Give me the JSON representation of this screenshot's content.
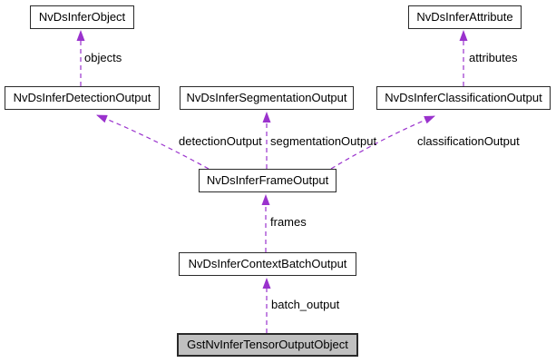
{
  "diagram": {
    "type": "collaboration-graph",
    "nodes": [
      {
        "label": "NvDsInferObject",
        "highlighted": false
      },
      {
        "label": "NvDsInferAttribute",
        "highlighted": false
      },
      {
        "label": "NvDsInferDetectionOutput",
        "highlighted": false
      },
      {
        "label": "NvDsInferSegmentationOutput",
        "highlighted": false
      },
      {
        "label": "NvDsInferClassificationOutput",
        "highlighted": false
      },
      {
        "label": "NvDsInferFrameOutput",
        "highlighted": false
      },
      {
        "label": "NvDsInferContextBatchOutput",
        "highlighted": false
      },
      {
        "label": "GstNvInferTensorOutputObject",
        "highlighted": true
      }
    ],
    "edges": [
      {
        "from": "NvDsInferDetectionOutput",
        "to": "NvDsInferObject",
        "label": "objects",
        "style": "dashed"
      },
      {
        "from": "NvDsInferClassificationOutput",
        "to": "NvDsInferAttribute",
        "label": "attributes",
        "style": "dashed"
      },
      {
        "from": "NvDsInferFrameOutput",
        "to": "NvDsInferDetectionOutput",
        "label": "detectionOutput",
        "style": "dashed"
      },
      {
        "from": "NvDsInferFrameOutput",
        "to": "NvDsInferSegmentationOutput",
        "label": "segmentationOutput",
        "style": "dashed"
      },
      {
        "from": "NvDsInferFrameOutput",
        "to": "NvDsInferClassificationOutput",
        "label": "classificationOutput",
        "style": "dashed"
      },
      {
        "from": "NvDsInferContextBatchOutput",
        "to": "NvDsInferFrameOutput",
        "label": "frames",
        "style": "dashed"
      },
      {
        "from": "GstNvInferTensorOutputObject",
        "to": "NvDsInferContextBatchOutput",
        "label": "batch_output",
        "style": "dashed"
      }
    ],
    "colors": {
      "edge": "#9a32cd",
      "node_border": "#2a2a2a",
      "node_fill": "#ffffff",
      "highlight_fill": "#c0c0c0",
      "background": "#ffffff"
    }
  }
}
